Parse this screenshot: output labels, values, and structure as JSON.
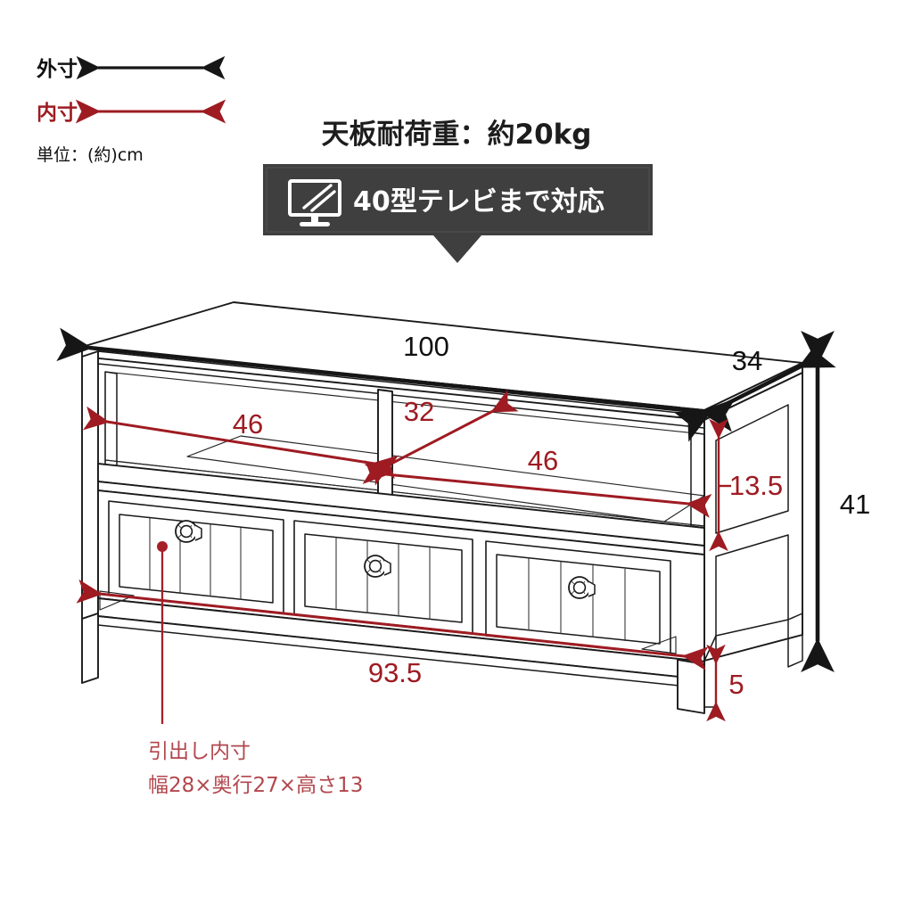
{
  "legend": {
    "outer_label": "外寸",
    "inner_label": "内寸",
    "unit_label": "単位：(約)cm",
    "outer_color": "#161616",
    "inner_color": "#9e1b22"
  },
  "header": {
    "load_capacity": "天板耐荷重：約20kg",
    "badge_text": "40型テレビまで対応",
    "badge_icon": "tv-monitor-icon",
    "badge_bg": "#3f3f3f"
  },
  "dimensions": {
    "width_outer": "100",
    "depth_outer": "34",
    "height_outer": "41",
    "shelf_left_inner": "46",
    "shelf_right_inner": "46",
    "shelf_depth_inner": "32",
    "shelf_height_inner": "13.5",
    "base_width_inner": "93.5",
    "leg_clearance": "5"
  },
  "drawer_note": {
    "title": "引出し内寸",
    "detail": "幅28×奥行27×高さ13"
  },
  "product": {
    "type": "tv-stand",
    "drawer_count": 3,
    "shelf_count": 2,
    "knob_style": "faceted-round-knob"
  }
}
